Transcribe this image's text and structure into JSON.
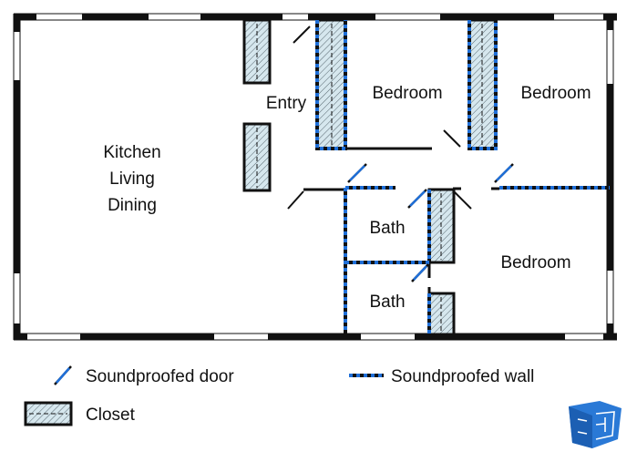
{
  "rooms": {
    "kitchen_line1": "Kitchen",
    "kitchen_line2": "Living",
    "kitchen_line3": "Dining",
    "entry": "Entry",
    "bedroom_top_left": "Bedroom",
    "bedroom_top_right": "Bedroom",
    "bath_upper": "Bath",
    "bath_lower": "Bath",
    "bedroom_bottom_right": "Bedroom"
  },
  "legend": {
    "door": "Soundproofed door",
    "wall": "Soundproofed wall",
    "closet": "Closet"
  },
  "colors": {
    "wall": "#111111",
    "soundproof": "#1f6fd8",
    "closet_fill": "#d6e7ee",
    "logo": "#2a79d6"
  },
  "logo_icon": "floor-plan-logo-icon"
}
